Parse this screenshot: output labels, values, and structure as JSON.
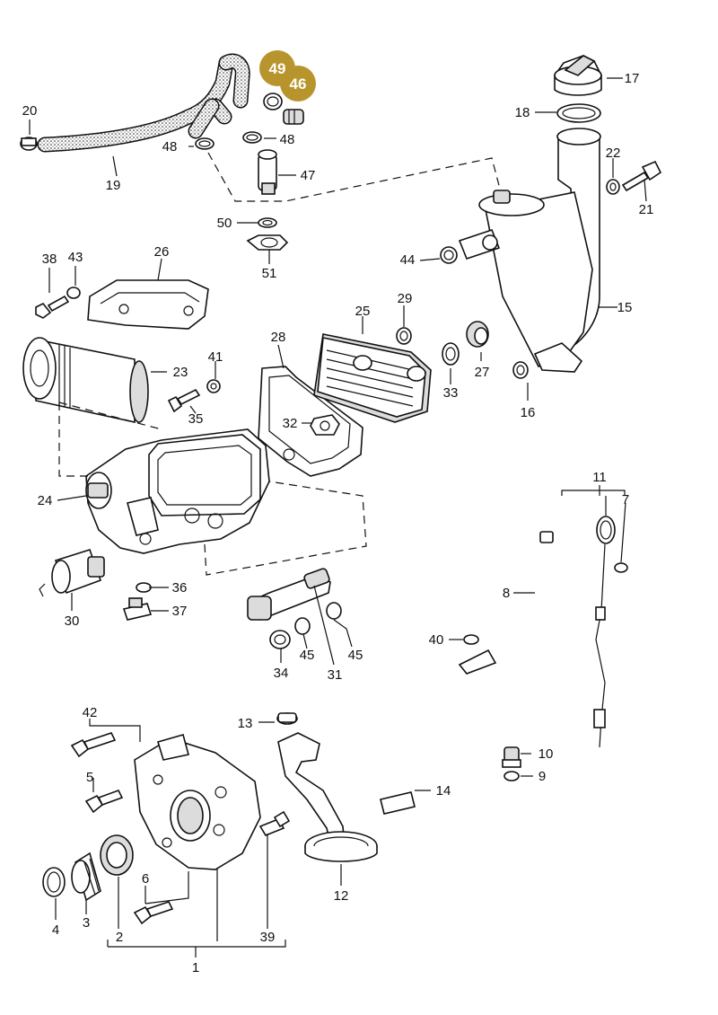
{
  "highlight_color": "#b8952c",
  "highlighted_callouts": [
    "49",
    "46"
  ],
  "callouts": [
    {
      "id": "c49",
      "text": "49"
    },
    {
      "id": "c46",
      "text": "46"
    },
    {
      "id": "c17",
      "text": "17"
    },
    {
      "id": "c18",
      "text": "18"
    },
    {
      "id": "c20",
      "text": "20"
    },
    {
      "id": "c48a",
      "text": "48"
    },
    {
      "id": "c48b",
      "text": "48"
    },
    {
      "id": "c19",
      "text": "19"
    },
    {
      "id": "c47",
      "text": "47"
    },
    {
      "id": "c50",
      "text": "50"
    },
    {
      "id": "c51",
      "text": "51"
    },
    {
      "id": "c22",
      "text": "22"
    },
    {
      "id": "c21",
      "text": "21"
    },
    {
      "id": "c44",
      "text": "44"
    },
    {
      "id": "c15",
      "text": "15"
    },
    {
      "id": "c38",
      "text": "38"
    },
    {
      "id": "c43",
      "text": "43"
    },
    {
      "id": "c26",
      "text": "26"
    },
    {
      "id": "c25",
      "text": "25"
    },
    {
      "id": "c29",
      "text": "29"
    },
    {
      "id": "c28",
      "text": "28"
    },
    {
      "id": "c23",
      "text": "23"
    },
    {
      "id": "c41",
      "text": "41"
    },
    {
      "id": "c35",
      "text": "35"
    },
    {
      "id": "c32",
      "text": "32"
    },
    {
      "id": "c33",
      "text": "33"
    },
    {
      "id": "c27",
      "text": "27"
    },
    {
      "id": "c16",
      "text": "16"
    },
    {
      "id": "c24",
      "text": "24"
    },
    {
      "id": "c11",
      "text": "11"
    },
    {
      "id": "c7",
      "text": "7"
    },
    {
      "id": "c8",
      "text": "8"
    },
    {
      "id": "c36",
      "text": "36"
    },
    {
      "id": "c37",
      "text": "37"
    },
    {
      "id": "c30",
      "text": "30"
    },
    {
      "id": "c34",
      "text": "34"
    },
    {
      "id": "c45a",
      "text": "45"
    },
    {
      "id": "c45b",
      "text": "45"
    },
    {
      "id": "c31",
      "text": "31"
    },
    {
      "id": "c40",
      "text": "40"
    },
    {
      "id": "c42",
      "text": "42"
    },
    {
      "id": "c13",
      "text": "13"
    },
    {
      "id": "c10",
      "text": "10"
    },
    {
      "id": "c5",
      "text": "5"
    },
    {
      "id": "c9",
      "text": "9"
    },
    {
      "id": "c14",
      "text": "14"
    },
    {
      "id": "c6",
      "text": "6"
    },
    {
      "id": "c12",
      "text": "12"
    },
    {
      "id": "c4",
      "text": "4"
    },
    {
      "id": "c3",
      "text": "3"
    },
    {
      "id": "c2",
      "text": "2"
    },
    {
      "id": "c39",
      "text": "39"
    },
    {
      "id": "c1",
      "text": "1"
    }
  ]
}
